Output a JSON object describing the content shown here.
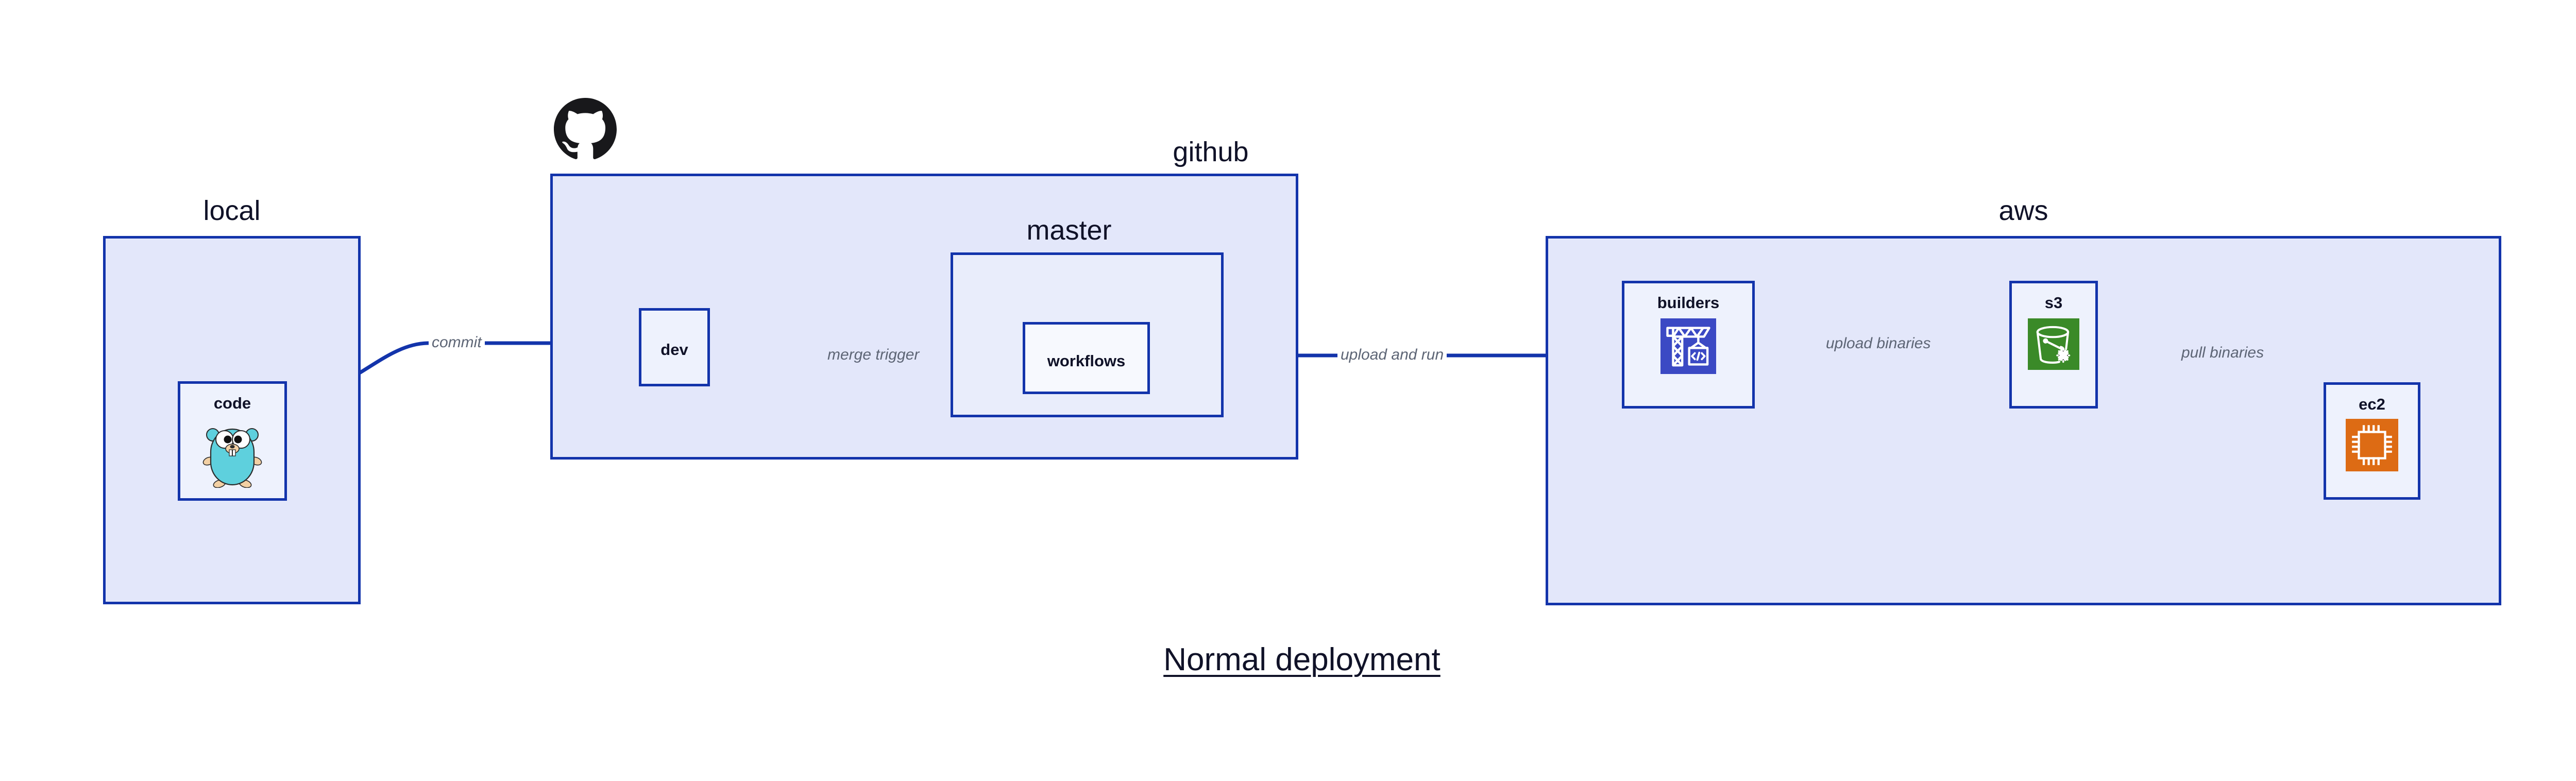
{
  "title": "Normal deployment",
  "theme": {
    "border": "#1334ab",
    "container_fill": "#e3e7fa",
    "subcontainer_fill": "#e9edfb",
    "node_fill": "#eef2fd",
    "node_fill_white": "#f7f9fe",
    "text": "#101228",
    "edge_label_text": "#5d6575",
    "edge_stroke": "#1334ab",
    "builders_icon_bg": "#3b49c4",
    "s3_icon_bg": "#3a8a28",
    "ec2_icon_bg": "#dd6b14",
    "gopher_body": "#5ed0dd",
    "gopher_limb": "#f2d0a4",
    "octocat": "#18181b"
  },
  "containers": [
    {
      "id": "local",
      "label": "local"
    },
    {
      "id": "github",
      "label": "github"
    },
    {
      "id": "aws",
      "label": "aws"
    }
  ],
  "subcontainers": [
    {
      "id": "master",
      "label": "master",
      "parent": "github"
    }
  ],
  "nodes": [
    {
      "id": "code",
      "label": "code",
      "icon": "go-gopher-icon",
      "parent": "local"
    },
    {
      "id": "dev",
      "label": "dev",
      "icon": null,
      "parent": "github"
    },
    {
      "id": "workflows",
      "label": "workflows",
      "icon": null,
      "parent": "master"
    },
    {
      "id": "builders",
      "label": "builders",
      "icon": "crane-code-icon",
      "parent": "aws"
    },
    {
      "id": "s3",
      "label": "s3",
      "icon": "s3-bucket-icon",
      "parent": "aws"
    },
    {
      "id": "ec2",
      "label": "ec2",
      "icon": "cpu-chip-icon",
      "parent": "aws"
    }
  ],
  "edges": [
    {
      "id": "commit",
      "label": "commit",
      "from": "code",
      "to": "dev"
    },
    {
      "id": "merge-trigger",
      "label": "merge trigger",
      "from": "dev",
      "to": "workflows"
    },
    {
      "id": "upload-and-run",
      "label": "upload and run",
      "from": "workflows",
      "to": "builders"
    },
    {
      "id": "upload-binaries",
      "label": "upload binaries",
      "from": "builders",
      "to": "s3"
    },
    {
      "id": "pull-binaries",
      "label": "pull binaries",
      "from": "s3",
      "to": "ec2"
    }
  ],
  "logos": [
    {
      "id": "github-logo",
      "name": "github-octocat-icon"
    }
  ]
}
